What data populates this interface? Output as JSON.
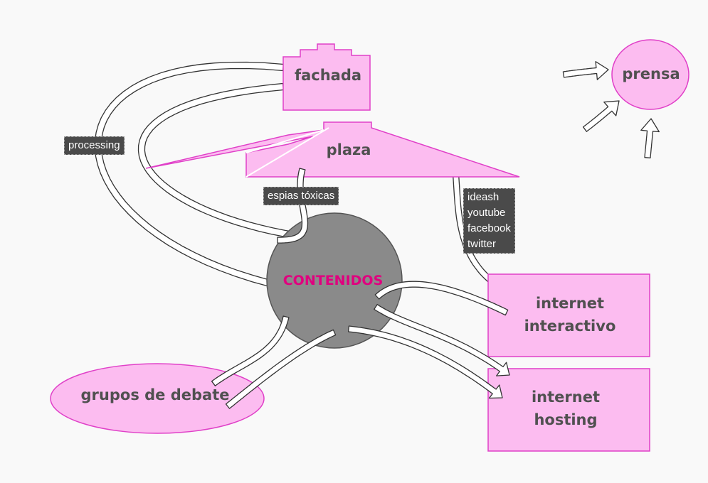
{
  "nodes": {
    "fachada": "fachada",
    "plaza": "plaza",
    "prensa": "prensa",
    "contenidos": "CONTENIDOS",
    "grupos": "grupos de debate",
    "interactivo": [
      "internet",
      "interactivo"
    ],
    "hosting": [
      "internet",
      "hosting"
    ]
  },
  "tags": {
    "processing": "processing",
    "espias": "espias tóxicas",
    "social": [
      "ideash",
      "youtube",
      "facebook",
      "twitter"
    ]
  },
  "colors": {
    "node_fill": "#fcbcf0",
    "node_stroke": "#e040c8",
    "center_fill": "#8a8a8a",
    "center_text": "#e0007f",
    "arrow_fill": "#ffffff",
    "arrow_stroke": "#333333"
  }
}
